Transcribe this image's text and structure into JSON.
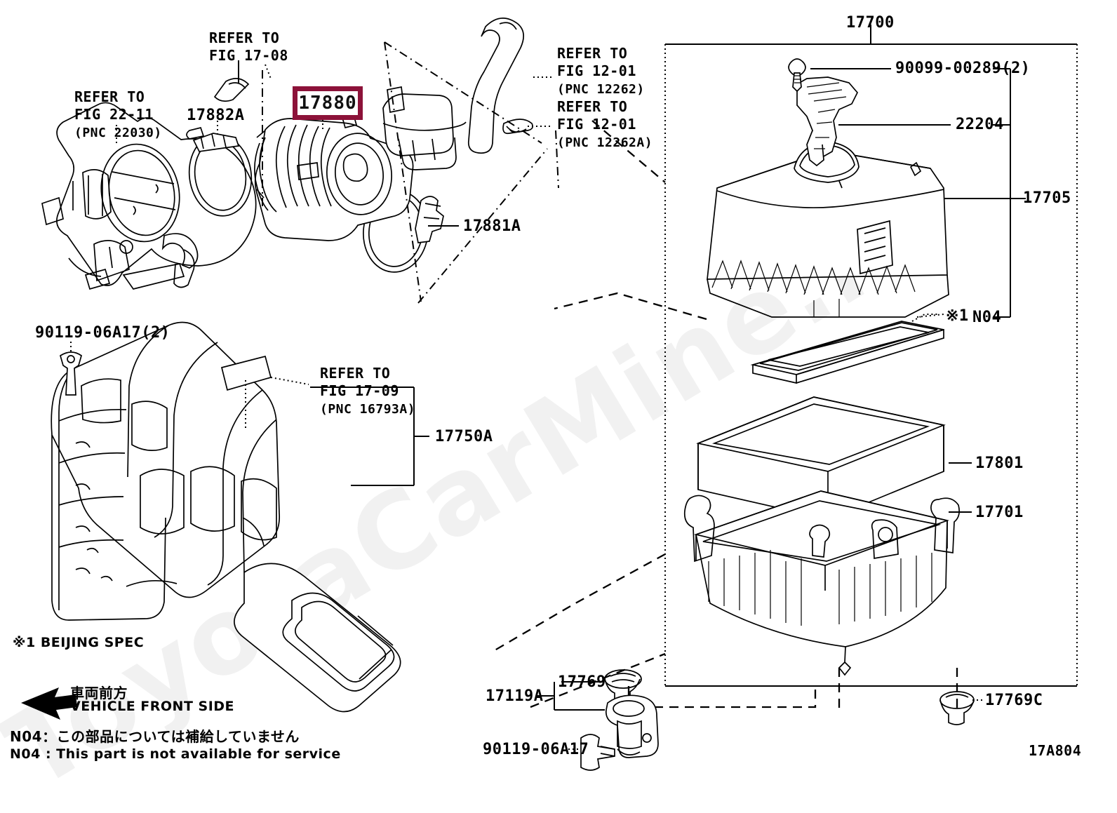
{
  "diagram": {
    "figure_code": "17A804",
    "watermark": "ToyotaCarMine.ru"
  },
  "highlight": {
    "part_number": "17880",
    "color": "#8C1239"
  },
  "labels": {
    "refer_22_11_l1": "REFER TO",
    "refer_22_11_l2": "FIG 22-11",
    "refer_22_11_l3": "(PNC 22030)",
    "refer_17_08_l1": "REFER TO",
    "refer_17_08_l2": "FIG 17-08",
    "refer_12_01_a_l1": "REFER TO",
    "refer_12_01_a_l2": "FIG 12-01",
    "refer_12_01_a_l3": "(PNC 12262)",
    "refer_12_01_b_l1": "REFER TO",
    "refer_12_01_b_l2": "FIG 12-01",
    "refer_12_01_b_l3": "(PNC 12262A)",
    "refer_17_09_l1": "REFER TO",
    "refer_17_09_l2": "FIG 17-09",
    "refer_17_09_l3": "(PNC 16793A)",
    "p_17882A": "17882A",
    "p_17881A": "17881A",
    "p_17700": "17700",
    "p_90099": "90099-00289(2)",
    "p_22204": "22204",
    "p_17705": "17705",
    "p_N04_mark": "※1",
    "p_N04": "N04",
    "p_17801": "17801",
    "p_17701": "17701",
    "p_90119_2": "90119-06A17(2)",
    "p_17750A": "17750A",
    "p_17119A": "17119A",
    "p_17769": "17769",
    "p_90119": "90119-06A17",
    "p_17769C": "17769C"
  },
  "notes": {
    "beijing_mark": "※1",
    "beijing_spec": "BEIJING SPEC",
    "front_jp": "車両前方",
    "front_en": "VEHICLE FRONT SIDE",
    "n04_jp": "N04：この部品については補給していません",
    "n04_en": "N04 : This part is not available for service"
  }
}
